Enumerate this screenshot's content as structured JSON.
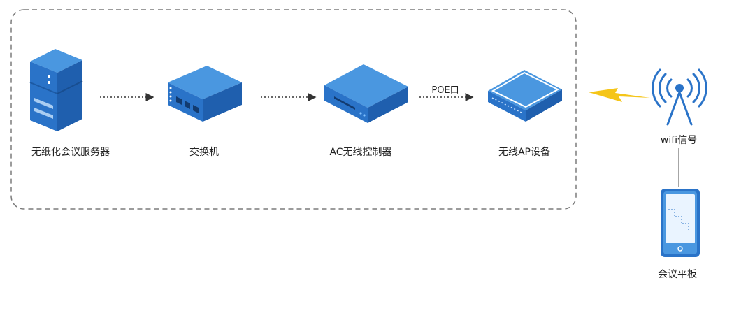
{
  "diagram": {
    "colors": {
      "device_top": "#3f8fdc",
      "device_front": "#2a73c8",
      "device_side": "#1f5fae",
      "accent": "#ffffff",
      "lightning": "#f5c518",
      "frame": "#7b7b7b",
      "arrow": "#333333"
    },
    "nodes": [
      {
        "id": "server",
        "label": "无纸化会议服务器",
        "icon": "server-icon"
      },
      {
        "id": "switch",
        "label": "交换机",
        "icon": "switch-icon"
      },
      {
        "id": "ac",
        "label": "AC无线控制器",
        "icon": "controller-icon"
      },
      {
        "id": "ap",
        "label": "无线AP设备",
        "icon": "access-point-icon"
      },
      {
        "id": "wifi",
        "label": "wifi信号",
        "icon": "wifi-antenna-icon"
      },
      {
        "id": "tablet",
        "label": "会议平板",
        "icon": "tablet-icon"
      }
    ],
    "edges": [
      {
        "from": "server",
        "to": "switch",
        "label": ""
      },
      {
        "from": "switch",
        "to": "ac",
        "label": ""
      },
      {
        "from": "ac",
        "to": "ap",
        "label": "POE口"
      },
      {
        "from": "ap",
        "to": "wifi",
        "label": "",
        "style": "lightning"
      },
      {
        "from": "wifi",
        "to": "tablet",
        "label": "",
        "style": "line"
      }
    ]
  }
}
